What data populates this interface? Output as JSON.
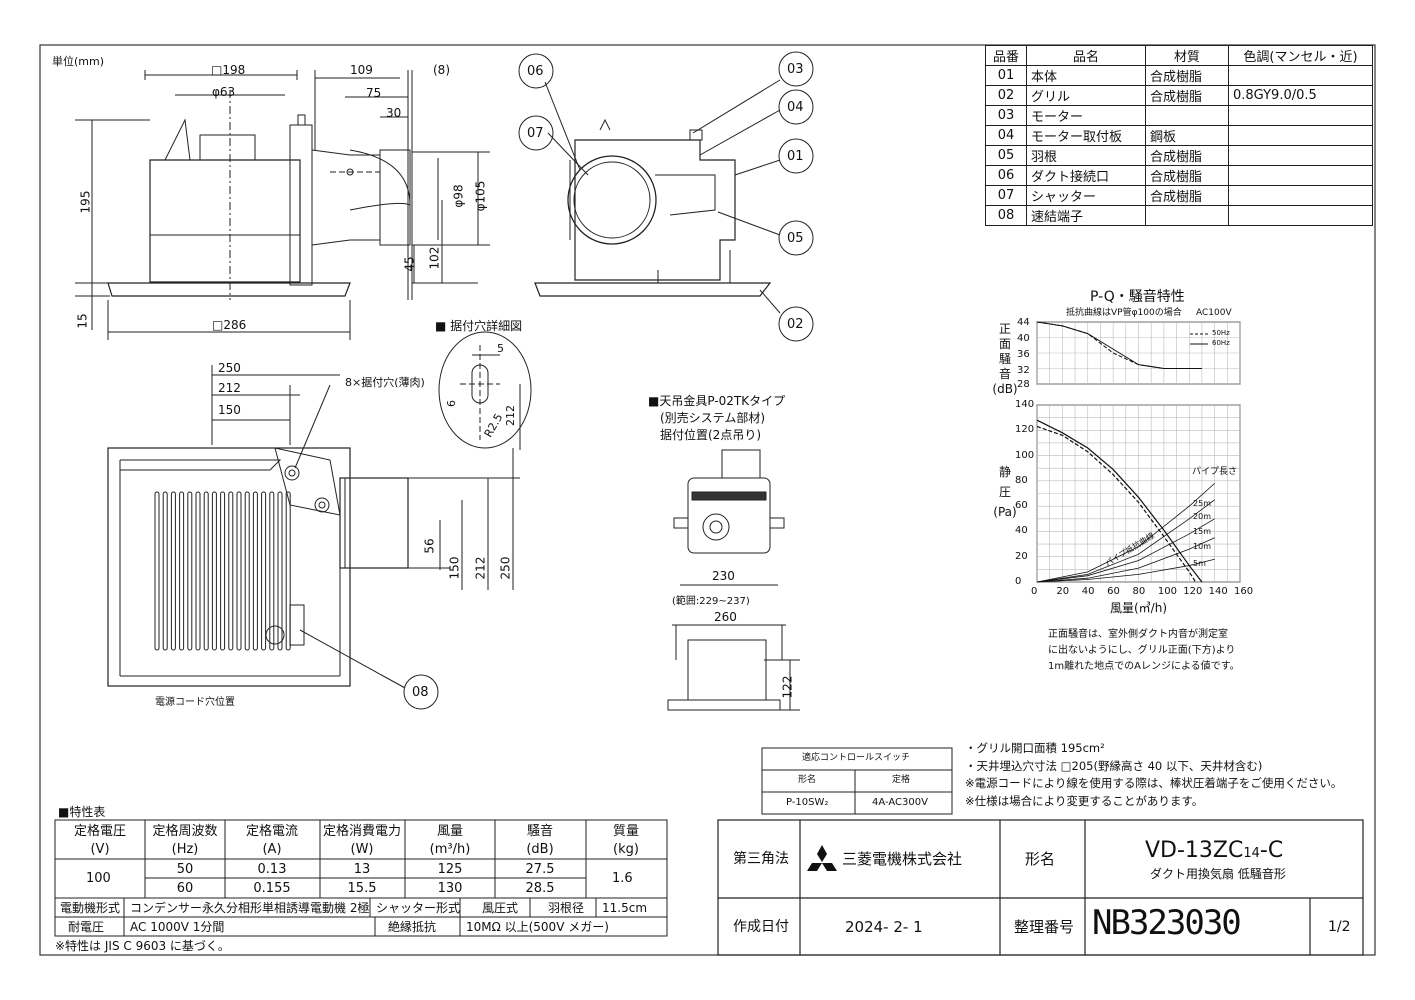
{
  "unit_label": "単位(mm)",
  "parts": {
    "headers": [
      "品番",
      "品名",
      "材質",
      "色調(マンセル・近)"
    ],
    "rows": [
      [
        "01",
        "本体",
        "合成樹脂",
        ""
      ],
      [
        "02",
        "グリル",
        "合成樹脂",
        "0.8GY9.0/0.5"
      ],
      [
        "03",
        "モーター",
        "",
        ""
      ],
      [
        "04",
        "モーター取付板",
        "鋼板",
        ""
      ],
      [
        "05",
        "羽根",
        "合成樹脂",
        ""
      ],
      [
        "06",
        "ダクト接続口",
        "合成樹脂",
        ""
      ],
      [
        "07",
        "シャッター",
        "合成樹脂",
        ""
      ],
      [
        "08",
        "速結端子",
        "",
        ""
      ]
    ]
  },
  "front_view_dims": {
    "sq198": "□198",
    "phi63": "φ63",
    "d109": "109",
    "d8": "(8)",
    "d75": "75",
    "d30": "30",
    "phi98": "φ98",
    "phi105": "φ105",
    "h195": "195",
    "h45": "45",
    "h102": "102",
    "h15": "15",
    "sq286": "□286"
  },
  "side_callouts": [
    "06",
    "07",
    "03",
    "04",
    "01",
    "05",
    "02"
  ],
  "mount_hole_detail": {
    "title": "■ 据付穴詳細図",
    "d5": "5",
    "d6": "6",
    "r25": "R2.5",
    "d212": "212"
  },
  "top_view_dims": {
    "d250": "250",
    "d212": "212",
    "d150": "150",
    "holes": "8×据付穴(薄肉)",
    "v56": "56",
    "v150": "150",
    "v212": "212",
    "v250": "250",
    "callout08": "08",
    "cord_hole": "電源コード穴位置"
  },
  "ceiling_bracket": {
    "line1": "■天吊金具P-02TKタイプ",
    "line2": "(別売システム部材)",
    "line3": "据付位置(2点吊り)",
    "d230": "230",
    "range": "(範囲:229~237)",
    "d260": "260",
    "d122": "122"
  },
  "chart_title": "P-Q・騒音特性",
  "noise_chart": {
    "note": "抵抗曲線はVP管φ100の場合",
    "voltage": "AC100V",
    "ylabel": [
      "正",
      "面",
      "騒",
      "音",
      "(dB)"
    ],
    "yticks": [
      "44",
      "40",
      "36",
      "32",
      "28"
    ],
    "legend": [
      "50Hz",
      "60Hz"
    ]
  },
  "chart_data": {
    "type": "line",
    "title": "P-Q・騒音特性",
    "xlabel": "風量(㎥/h)",
    "ylabel": "静圧(Pa)",
    "xlim": [
      0,
      160
    ],
    "ylim": [
      0,
      140
    ],
    "xticks": [
      "0",
      "20",
      "40",
      "60",
      "80",
      "100",
      "120",
      "140",
      "160"
    ],
    "yticks": [
      "0",
      "20",
      "40",
      "60",
      "80",
      "100",
      "120",
      "140"
    ],
    "series": [
      {
        "name": "50Hz",
        "x": [
          0,
          20,
          40,
          60,
          80,
          100,
          120,
          125
        ],
        "y": [
          123,
          116,
          103,
          85,
          63,
          36,
          8,
          0
        ]
      },
      {
        "name": "60Hz",
        "x": [
          0,
          20,
          40,
          60,
          80,
          100,
          120,
          130
        ],
        "y": [
          128,
          118,
          106,
          89,
          67,
          41,
          13,
          0
        ]
      },
      {
        "name": "5m",
        "x": [
          0,
          40,
          80,
          120,
          140
        ],
        "y": [
          0,
          2,
          6,
          13,
          18
        ]
      },
      {
        "name": "10m",
        "x": [
          0,
          40,
          80,
          120,
          140
        ],
        "y": [
          0,
          3,
          11,
          26,
          35
        ]
      },
      {
        "name": "15m",
        "x": [
          0,
          40,
          80,
          120,
          140
        ],
        "y": [
          0,
          5,
          17,
          38,
          50
        ]
      },
      {
        "name": "20m",
        "x": [
          0,
          40,
          80,
          120,
          140
        ],
        "y": [
          0,
          6,
          22,
          50,
          65
        ]
      },
      {
        "name": "25m",
        "x": [
          0,
          40,
          80,
          120,
          140
        ],
        "y": [
          0,
          8,
          28,
          60,
          78
        ]
      }
    ],
    "noise_series": [
      {
        "name": "50Hz",
        "x": [
          0,
          20,
          40,
          60,
          80,
          100,
          120,
          125
        ],
        "y": [
          44,
          43,
          41,
          36,
          33,
          32,
          32,
          32
        ]
      },
      {
        "name": "60Hz",
        "x": [
          0,
          20,
          40,
          60,
          80,
          100,
          120,
          130
        ],
        "y": [
          44,
          43,
          41,
          37,
          33,
          32,
          32,
          32
        ]
      }
    ],
    "pipe_length_title": "パイプ長さ",
    "resistance_label": "パイプ抵抗曲線",
    "static_label": [
      "静",
      "圧",
      "(Pa)"
    ]
  },
  "chart_note": [
    "正面騒音は、室外側ダクト内音が測定室",
    "に出ないようにし、グリル正面(下方)より",
    "1m離れた地点でのAレンジによる値です。"
  ],
  "switch_table": {
    "title": "適応コントロールスイッチ",
    "headers": [
      "形名",
      "定格"
    ],
    "row": [
      "P-10SW₂",
      "4A-AC300V"
    ]
  },
  "notes": [
    "・グリル開口面積  195cm²",
    "・天井埋込穴寸法  □205(野縁高さ 40 以下、天井材含む)",
    "※電源コードにより線を使用する際は、棒状圧着端子をご使用ください。",
    "※仕様は場合により変更することがあります。"
  ],
  "spec": {
    "title": "■特性表",
    "headers": [
      "定格電圧",
      "定格周波数",
      "定格電流",
      "定格消費電力",
      "風量",
      "騒音",
      "質量"
    ],
    "units": [
      "(V)",
      "(Hz)",
      "(A)",
      "(W)",
      "(m³/h)",
      "(dB)",
      "(kg)"
    ],
    "voltage": "100",
    "rows": [
      [
        "50",
        "0.13",
        "13",
        "125",
        "27.5"
      ],
      [
        "60",
        "0.155",
        "15.5",
        "130",
        "28.5"
      ]
    ],
    "mass": "1.6",
    "motor_label": "電動機形式",
    "motor_value": "コンデンサー永久分相形単相誘導電動機 2極",
    "shutter_label": "シャッター形式",
    "shutter_value": "風圧式",
    "blade_label": "羽根径",
    "blade_value": "11.5cm",
    "withstand_label": "耐電圧",
    "withstand_value": "AC 1000V 1分間",
    "insul_label": "絶縁抵抗",
    "insul_value": "10MΩ 以上(500V メガー)",
    "footnote": "※特性は  JIS  C  9603  に基づく。"
  },
  "title_block": {
    "projection": "第三角法",
    "company": "三菱電機株式会社",
    "model_label": "形名",
    "model": "VD-13ZC",
    "model_sub": "14",
    "model_suffix": "-C",
    "product": "ダクト用換気扇  低騒音形",
    "date_label": "作成日付",
    "date": "2024- 2- 1",
    "doc_label": "整理番号",
    "doc_no": "NB323030",
    "page": "1/2"
  }
}
